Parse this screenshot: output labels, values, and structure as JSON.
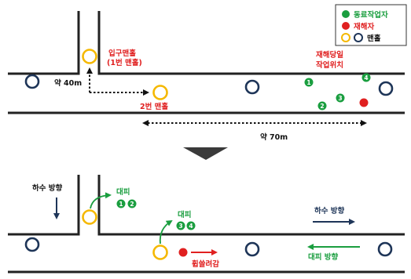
{
  "legend": {
    "coworker": "동료작업자",
    "victim": "재해자",
    "manhole": "맨홀",
    "colors": {
      "coworker": "#1a9e3f",
      "victim": "#e02020",
      "manhole_yellow": "#f5b800",
      "manhole_navy": "#1e3558"
    }
  },
  "top_panel": {
    "entrance_manhole_label_1": "입구맨홀",
    "entrance_manhole_label_2": "(1번 맨홀)",
    "distance_40": "약 40m",
    "manhole_2_label": "2번  맨홀",
    "work_site_label_1": "재해당일",
    "work_site_label_2": "작업위치",
    "distance_70": "약 70m",
    "worker_numbers": [
      "1",
      "2",
      "3",
      "4"
    ]
  },
  "bottom_panel": {
    "flow_left": "하수 방향",
    "flow_right": "하수 방향",
    "evacuate_1": "대피",
    "evacuate_2": "대피",
    "evacuate_3": "대피 방향",
    "group_a": [
      "1",
      "2"
    ],
    "group_b": [
      "3",
      "4"
    ],
    "swept_away": "휩쓸려감"
  }
}
